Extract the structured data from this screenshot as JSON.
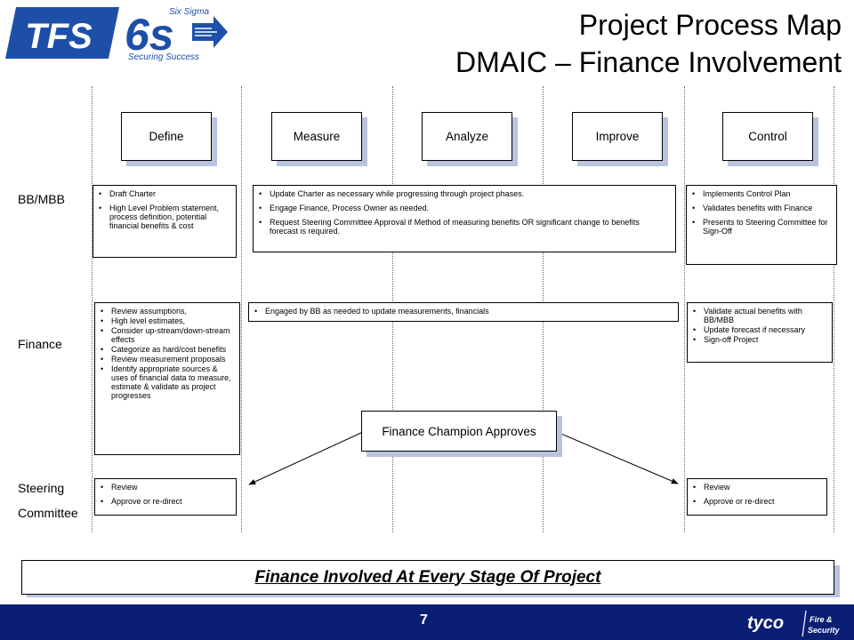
{
  "logo": {
    "tfs": "TFS",
    "sixs": "6s",
    "six_sigma": "Six Sigma",
    "tagline": "Securing Success"
  },
  "title": {
    "line1": "Project Process Map",
    "line2": "DMAIC – Finance Involvement"
  },
  "phases": [
    "Define",
    "Measure",
    "Analyze",
    "Improve",
    "Control"
  ],
  "rows": {
    "bb": "BB/MBB",
    "finance": "Finance",
    "steering_line1": "Steering",
    "steering_line2": "Committee"
  },
  "bb_define": [
    "Draft Charter",
    "High Level Problem statement, process definition, potential financial benefits & cost"
  ],
  "bb_middle": [
    "Update Charter as necessary while progressing through project phases.",
    "Engage Finance, Process Owner as needed.",
    "Request Steering Committee Approval if Method of measuring benefits OR significant change to benefits forecast is required."
  ],
  "bb_control": [
    "Implements Control Plan",
    "Validates benefits with Finance",
    "Presents to  Steering Committee for Sign-Off"
  ],
  "finance_define": [
    "Review assumptions,",
    "High level estimates,",
    "Consider up-stream/down-stream effects",
    "Categorize as hard/cost benefits",
    "Review measurement proposals",
    "Identify appropriate sources & uses of financial data to measure, estimate & validate as project progresses"
  ],
  "finance_middle": [
    "Engaged by BB as needed to update measurements, financials"
  ],
  "finance_control": [
    "Validate actual benefits with BB/MBB",
    "Update forecast if necessary",
    "Sign-off Project"
  ],
  "steering_define": [
    "Review",
    "Approve or re-direct"
  ],
  "steering_control": [
    "Review",
    "Approve or re-direct"
  ],
  "champion": "Finance Champion Approves",
  "banner": "Finance Involved At Every Stage Of Project",
  "footer": {
    "page_number": "7",
    "brand": "tyco",
    "division_line1": "Fire &",
    "division_line2": "Security"
  },
  "colors": {
    "footer_bg": "#0a1e73",
    "logo_blue": "#1e4fa8",
    "shadow": "#b7c4dd"
  }
}
